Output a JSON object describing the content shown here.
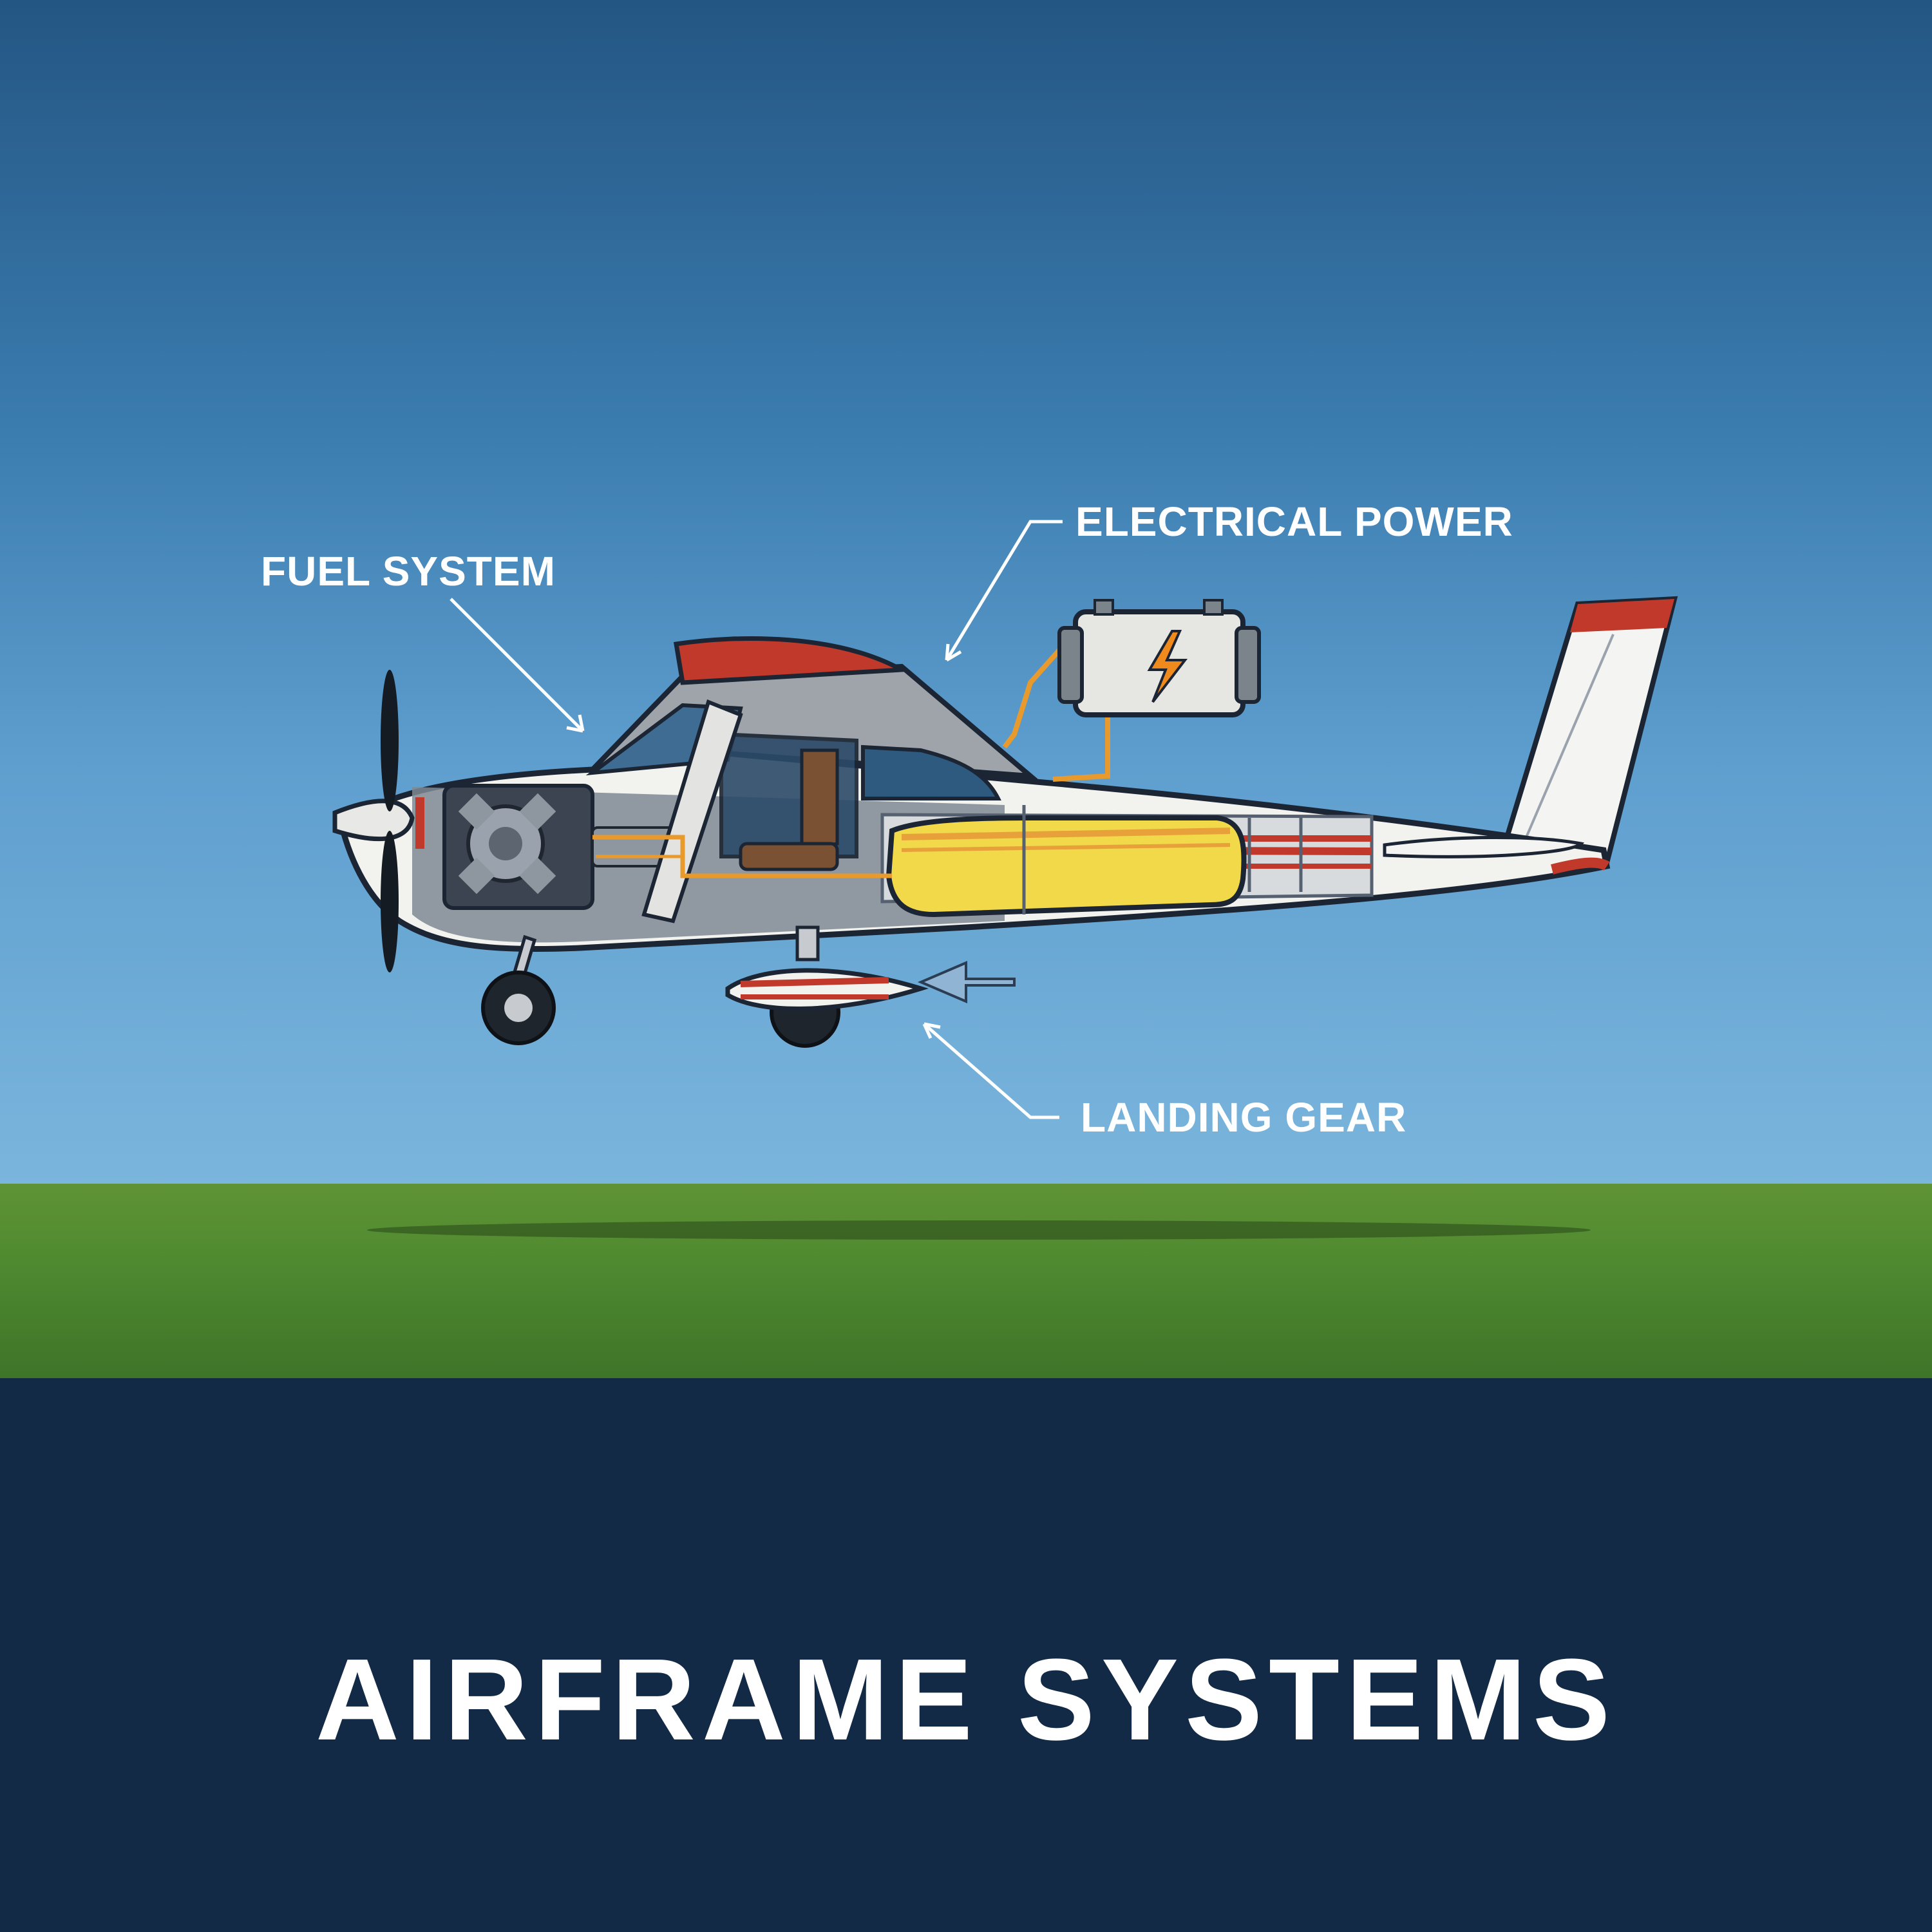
{
  "labels": {
    "fuel_system": "FUEL SYSTEM",
    "electrical_power": "ELECTRICAL POWER",
    "landing_gear": "LANDING GEAR"
  },
  "title": "AIRFRAME SYSTEMS",
  "colors": {
    "sky_top": "#245683",
    "sky_bottom": "#7ab5dc",
    "grass": "#4f8a30",
    "footer": "#122a45",
    "accent_red": "#c0392b",
    "fuel_tank": "#f2d94a",
    "fuel_line": "#e89a2c",
    "bolt": "#f08a1c"
  },
  "icons": [
    "propeller-icon",
    "engine-icon",
    "battery-icon",
    "lightning-icon",
    "fuel-tank-icon",
    "seat-icon",
    "wheel-icon"
  ]
}
